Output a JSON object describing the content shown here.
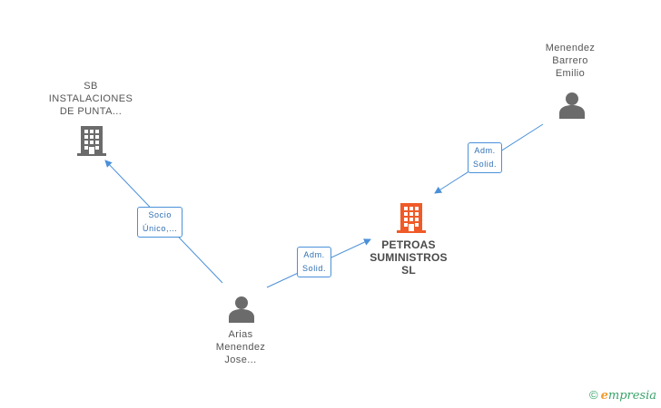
{
  "nodes": {
    "main_company": {
      "lines": [
        "PETROAS",
        "SUMINISTROS",
        "SL"
      ],
      "color": "#f05a28"
    },
    "sb_company": {
      "lines": [
        "SB",
        "INSTALACIONES",
        "DE PUNTA..."
      ],
      "color": "#6b6b6b"
    },
    "menendez": {
      "lines": [
        "Menendez",
        "Barrero",
        "Emilio"
      ],
      "color": "#6b6b6b"
    },
    "arias": {
      "lines": [
        "Arias",
        "Menendez",
        "Jose..."
      ],
      "color": "#6b6b6b"
    }
  },
  "edges": {
    "arias_to_sb": {
      "lines": [
        "Socio",
        "Único,..."
      ]
    },
    "arias_to_main": {
      "lines": [
        "Adm.",
        "Solid."
      ]
    },
    "menendez_to_main": {
      "lines": [
        "Adm.",
        "Solid."
      ]
    }
  },
  "edge_color": "#4a90d9",
  "watermark": {
    "symbol": "©",
    "brand_initial": "e",
    "brand_rest": "mpresia"
  }
}
